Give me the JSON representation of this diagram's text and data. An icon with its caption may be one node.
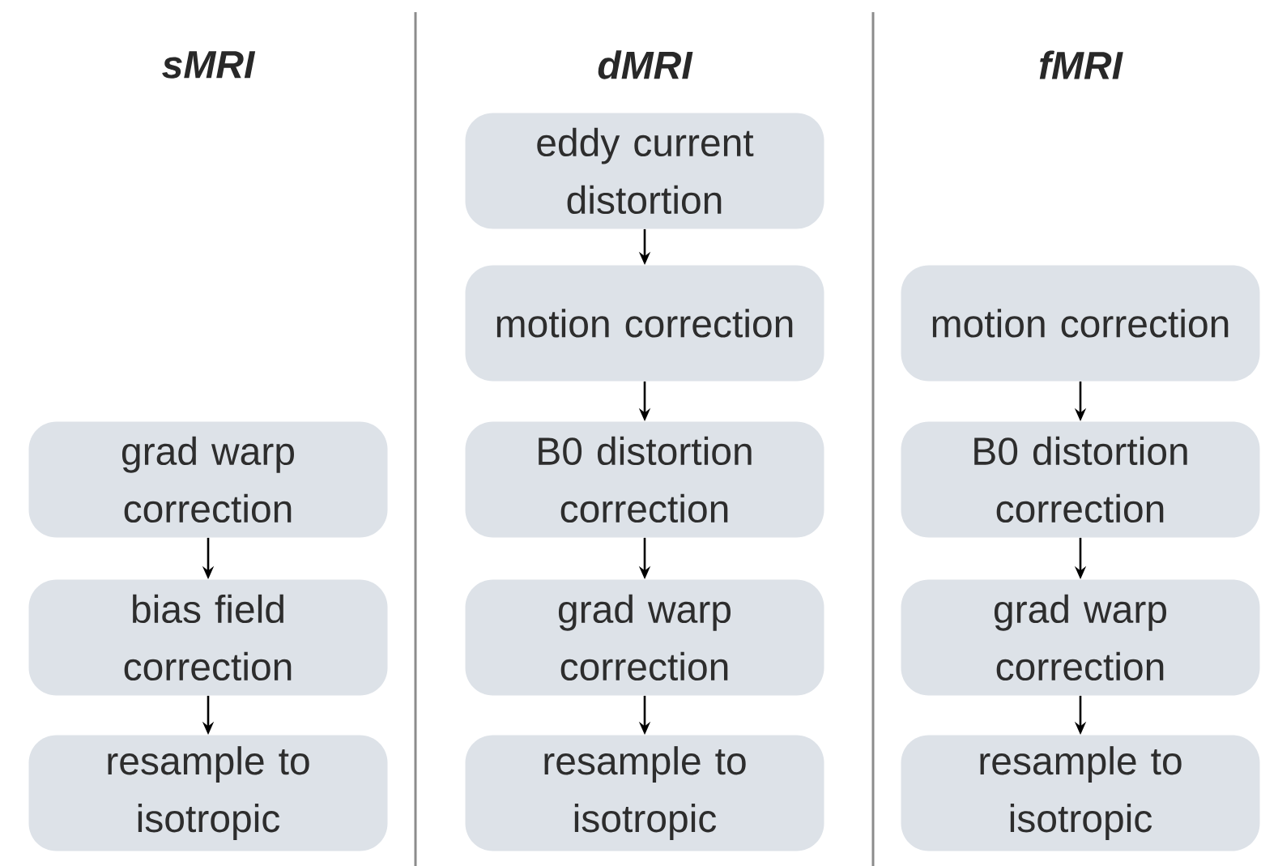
{
  "diagram": {
    "nodes": [
      {
        "text": [
          "grad warp correction"
        ]
      },
      {
        "text": [
          "bias field correction"
        ]
      },
      {
        "text": [
          "resample to isotropic"
        ]
      },
      {
        "text": [
          "eddy current distortion"
        ]
      },
      {
        "text": [
          "motion correction"
        ]
      },
      {
        "text": [
          "B0 distortion correction"
        ]
      },
      {
        "text": [
          "grad warp correction"
        ]
      },
      {
        "text": [
          "resample to isotropic"
        ]
      },
      {
        "text": [
          "motion correction"
        ]
      },
      {
        "text": [
          "B0 distortion correction"
        ]
      },
      {
        "text": [
          "grad warp correction"
        ]
      },
      {
        "text": [
          "resample to isotropic"
        ]
      }
    ],
    "edges": [
      {
        "from": 0,
        "to": 1,
        "arrow": "to"
      },
      {
        "from": 1,
        "to": 2,
        "arrow": "to"
      },
      {
        "from": 3,
        "to": 4,
        "arrow": "to"
      },
      {
        "from": 4,
        "to": 5,
        "arrow": "to"
      },
      {
        "from": 5,
        "to": 6,
        "arrow": "to"
      },
      {
        "from": 6,
        "to": 7,
        "arrow": "to"
      },
      {
        "from": 8,
        "to": 9,
        "arrow": "to"
      },
      {
        "from": 9,
        "to": 10,
        "arrow": "to"
      },
      {
        "from": 10,
        "to": 11,
        "arrow": "to"
      }
    ],
    "labels": [
      "sMRI",
      "dMRI",
      "fMRI"
    ]
  }
}
